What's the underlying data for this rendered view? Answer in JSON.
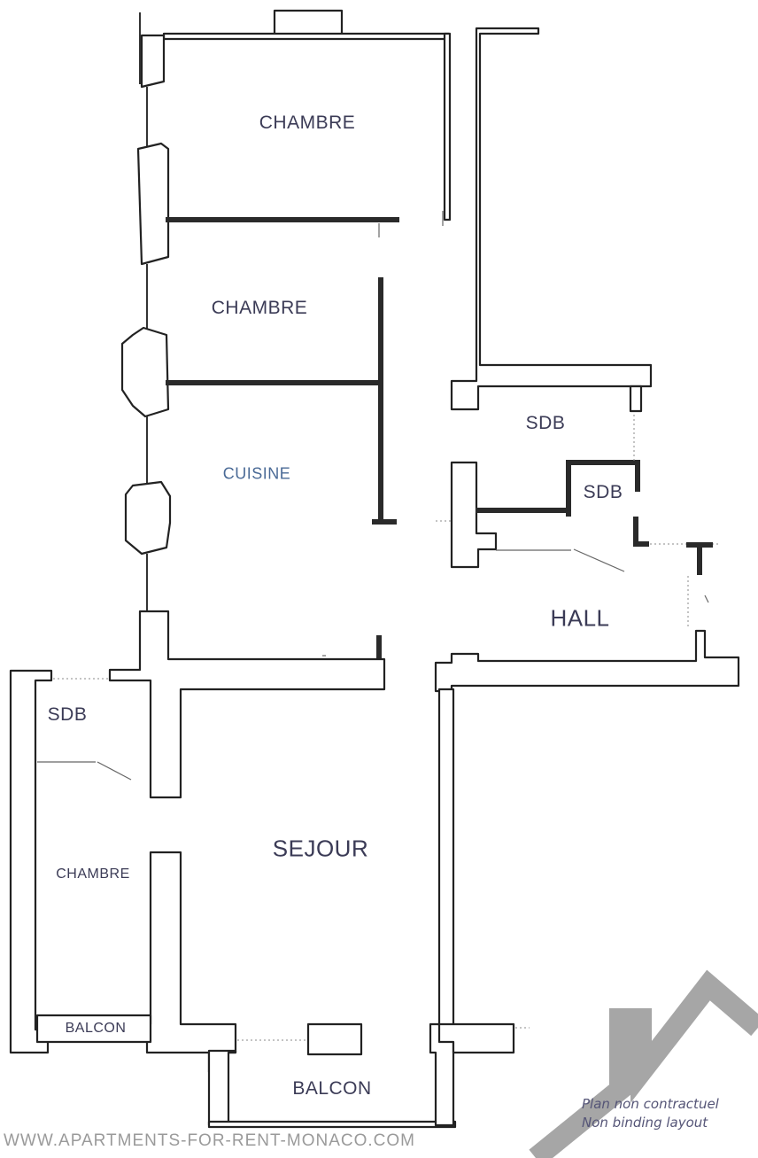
{
  "rooms": {
    "chambre_top": "CHAMBRE",
    "chambre_middle": "CHAMBRE",
    "cuisine": "CUISINE",
    "sdb_right": "SDB",
    "sdb_small": "SDB",
    "hall": "HALL",
    "sdb_left": "SDB",
    "sejour": "SEJOUR",
    "chambre_left": "CHAMBRE",
    "balcon_left": "BALCON",
    "balcon_bottom": "BALCON"
  },
  "watermark": "WWW.APARTMENTS-FOR-RENT-MONACO.COM",
  "disclaimer": {
    "line1": "Plan non contractuel",
    "line2": "Non binding layout"
  },
  "colors": {
    "wall_stroke": "#222222",
    "label": "#3b3b56",
    "kitchen_label": "#4a6a96",
    "watermark": "#9a9a9a",
    "logo": "#a6a6a6"
  }
}
